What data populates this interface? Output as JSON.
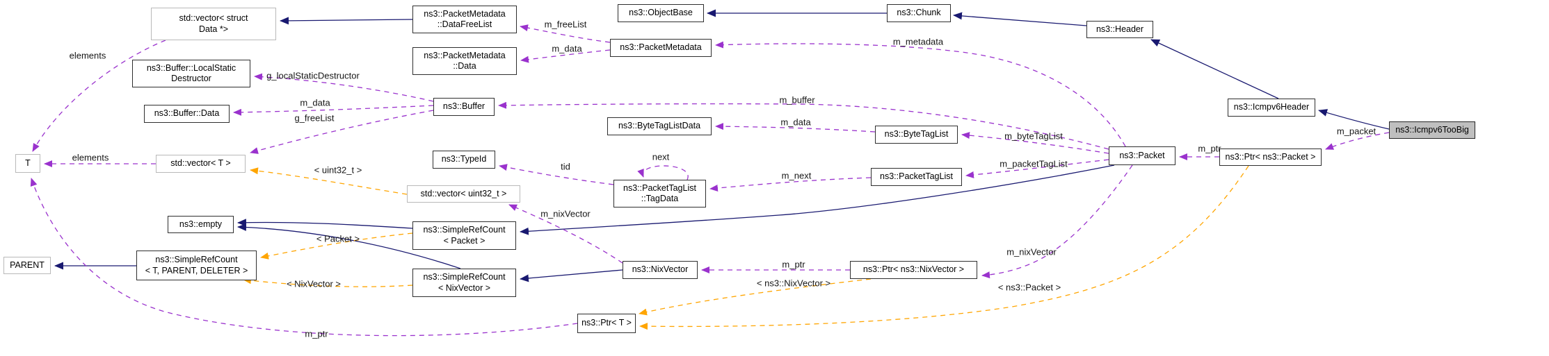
{
  "diagram": {
    "focus_node": "ns3::Icmpv6TooBig",
    "colors": {
      "inheritance_edge": "#191970",
      "usage_edge": "#9a32cd",
      "template_edge": "#ffa500",
      "node_border": "#2e2e2e",
      "external_node_border": "#b9b9b9",
      "focus_node_fill": "#bfbfbf",
      "background": "#ffffff"
    },
    "nodes": {
      "vector_struct_data": {
        "label": "std::vector< struct\nData *>",
        "kind": "external"
      },
      "packetmetadata_datafreelist": {
        "label": "ns3::PacketMetadata\n::DataFreeList",
        "kind": "class"
      },
      "objectbase": {
        "label": "ns3::ObjectBase",
        "kind": "class"
      },
      "chunk": {
        "label": "ns3::Chunk",
        "kind": "class"
      },
      "header": {
        "label": "ns3::Header",
        "kind": "class"
      },
      "icmpv6header": {
        "label": "ns3::Icmpv6Header",
        "kind": "class"
      },
      "icmpv6toobig": {
        "label": "ns3::Icmpv6TooBig",
        "kind": "focus"
      },
      "packetmetadata_data": {
        "label": "ns3::PacketMetadata\n::Data",
        "kind": "class"
      },
      "packetmetadata": {
        "label": "ns3::PacketMetadata",
        "kind": "class"
      },
      "buffer_localstaticdestructor": {
        "label": "ns3::Buffer::LocalStatic\nDestructor",
        "kind": "class"
      },
      "buffer_data": {
        "label": "ns3::Buffer::Data",
        "kind": "class"
      },
      "buffer": {
        "label": "ns3::Buffer",
        "kind": "class"
      },
      "bytetaglistdata": {
        "label": "ns3::ByteTagListData",
        "kind": "class"
      },
      "bytetaglist": {
        "label": "ns3::ByteTagList",
        "kind": "class"
      },
      "typeid": {
        "label": "ns3::TypeId",
        "kind": "class"
      },
      "vector_uint32": {
        "label": "std::vector< uint32_t >",
        "kind": "external"
      },
      "packettaglist_tagdata": {
        "label": "ns3::PacketTagList\n::TagData",
        "kind": "class"
      },
      "packettaglist": {
        "label": "ns3::PacketTagList",
        "kind": "class"
      },
      "packet": {
        "label": "ns3::Packet",
        "kind": "class"
      },
      "ptr_packet": {
        "label": "ns3::Ptr< ns3::Packet >",
        "kind": "class"
      },
      "t_param": {
        "label": "T",
        "kind": "external"
      },
      "vector_t": {
        "label": "std::vector< T >",
        "kind": "external"
      },
      "empty": {
        "label": "ns3::empty",
        "kind": "class"
      },
      "parent_param": {
        "label": "PARENT",
        "kind": "external"
      },
      "simplerefcount_tpd": {
        "label": "ns3::SimpleRefCount\n< T, PARENT, DELETER >",
        "kind": "class"
      },
      "simplerefcount_packet": {
        "label": "ns3::SimpleRefCount\n< Packet >",
        "kind": "class"
      },
      "simplerefcount_nixvector": {
        "label": "ns3::SimpleRefCount\n< NixVector >",
        "kind": "class"
      },
      "nixvector": {
        "label": "ns3::NixVector",
        "kind": "class"
      },
      "ptr_nixvector": {
        "label": "ns3::Ptr< ns3::NixVector >",
        "kind": "class"
      },
      "ptr_t": {
        "label": "ns3::Ptr< T >",
        "kind": "class"
      }
    },
    "edge_labels": {
      "m_freeList": "m_freeList",
      "m_data_packetmetadata": "m_data",
      "m_metadata": "m_metadata",
      "g_localStaticDestructor": "g_localStaticDestructor",
      "m_data_buffer": "m_data",
      "g_freeList": "g_freeList",
      "m_buffer": "m_buffer",
      "m_data_bytetaglist": "m_data",
      "m_byteTagList": "m_byteTagList",
      "tid": "tid",
      "next": "next",
      "m_next": "m_next",
      "m_packetTagList": "m_packetTagList",
      "m_ptr_packet": "m_ptr",
      "m_packet": "m_packet",
      "m_nixVector_packet": "m_nixVector",
      "m_nixVector_nixvector": "m_nixVector",
      "m_ptr_nixvector": "m_ptr",
      "elements_vector_t": "elements",
      "elements_vector_data": "elements",
      "m_ptr_t": "m_ptr",
      "tmpl_uint32": "< uint32_t >",
      "tmpl_packet": "< Packet >",
      "tmpl_nixvector": "< NixVector >",
      "tmpl_ns3_nixvector": "< ns3::NixVector >",
      "tmpl_ns3_packet": "< ns3::Packet >"
    },
    "edges": [
      {
        "from": "ns3::PacketMetadata::DataFreeList",
        "to": "std::vector< struct Data *>",
        "type": "inheritance"
      },
      {
        "from": "ns3::Chunk",
        "to": "ns3::ObjectBase",
        "type": "inheritance"
      },
      {
        "from": "ns3::Header",
        "to": "ns3::Chunk",
        "type": "inheritance"
      },
      {
        "from": "ns3::Icmpv6Header",
        "to": "ns3::Header",
        "type": "inheritance"
      },
      {
        "from": "ns3::Icmpv6TooBig",
        "to": "ns3::Icmpv6Header",
        "type": "inheritance"
      },
      {
        "from": "ns3::Packet",
        "to": "ns3::SimpleRefCount< Packet >",
        "type": "inheritance"
      },
      {
        "from": "ns3::NixVector",
        "to": "ns3::SimpleRefCount< NixVector >",
        "type": "inheritance"
      },
      {
        "from": "ns3::SimpleRefCount< Packet >",
        "to": "ns3::empty",
        "type": "inheritance"
      },
      {
        "from": "ns3::SimpleRefCount< NixVector >",
        "to": "ns3::empty",
        "type": "inheritance"
      },
      {
        "from": "ns3::SimpleRefCount< T, PARENT, DELETER >",
        "to": "PARENT",
        "type": "inheritance"
      },
      {
        "from": "ns3::PacketMetadata",
        "to": "ns3::PacketMetadata::DataFreeList",
        "type": "usage",
        "label": "m_freeList"
      },
      {
        "from": "ns3::PacketMetadata",
        "to": "ns3::PacketMetadata::Data",
        "type": "usage",
        "label": "m_data"
      },
      {
        "from": "ns3::Packet",
        "to": "ns3::PacketMetadata",
        "type": "usage",
        "label": "m_metadata"
      },
      {
        "from": "ns3::Buffer",
        "to": "ns3::Buffer::LocalStaticDestructor",
        "type": "usage",
        "label": "g_localStaticDestructor"
      },
      {
        "from": "ns3::Buffer",
        "to": "ns3::Buffer::Data",
        "type": "usage",
        "label": "m_data"
      },
      {
        "from": "ns3::Buffer",
        "to": "std::vector< T >",
        "type": "usage",
        "label": "g_freeList"
      },
      {
        "from": "ns3::Packet",
        "to": "ns3::Buffer",
        "type": "usage",
        "label": "m_buffer"
      },
      {
        "from": "ns3::ByteTagList",
        "to": "ns3::ByteTagListData",
        "type": "usage",
        "label": "m_data"
      },
      {
        "from": "ns3::Packet",
        "to": "ns3::ByteTagList",
        "type": "usage",
        "label": "m_byteTagList"
      },
      {
        "from": "ns3::Packet",
        "to": "ns3::PacketTagList",
        "type": "usage",
        "label": "m_packetTagList"
      },
      {
        "from": "ns3::PacketTagList",
        "to": "ns3::PacketTagList::TagData",
        "type": "usage",
        "label": "m_next"
      },
      {
        "from": "ns3::PacketTagList::TagData",
        "to": "ns3::TypeId",
        "type": "usage",
        "label": "tid"
      },
      {
        "from": "ns3::PacketTagList::TagData",
        "to": "ns3::PacketTagList::TagData",
        "type": "usage",
        "label": "next"
      },
      {
        "from": "ns3::Ptr< ns3::Packet >",
        "to": "ns3::Packet",
        "type": "usage",
        "label": "m_ptr"
      },
      {
        "from": "ns3::Icmpv6TooBig",
        "to": "ns3::Ptr< ns3::Packet >",
        "type": "usage",
        "label": "m_packet"
      },
      {
        "from": "ns3::Packet",
        "to": "ns3::Ptr< ns3::NixVector >",
        "type": "usage",
        "label": "m_nixVector"
      },
      {
        "from": "ns3::Ptr< ns3::NixVector >",
        "to": "ns3::NixVector",
        "type": "usage",
        "label": "m_ptr"
      },
      {
        "from": "ns3::NixVector",
        "to": "std::vector< uint32_t >",
        "type": "usage",
        "label": "m_nixVector"
      },
      {
        "from": "std::vector< T >",
        "to": "T",
        "type": "usage",
        "label": "elements"
      },
      {
        "from": "std::vector< struct Data *>",
        "to": "T",
        "type": "usage",
        "label": "elements"
      },
      {
        "from": "ns3::Ptr< T >",
        "to": "T",
        "type": "usage",
        "label": "m_ptr"
      },
      {
        "from": "std::vector< uint32_t >",
        "to": "std::vector< T >",
        "type": "template",
        "label": "< uint32_t >"
      },
      {
        "from": "ns3::SimpleRefCount< Packet >",
        "to": "ns3::SimpleRefCount< T, PARENT, DELETER >",
        "type": "template",
        "label": "< Packet >"
      },
      {
        "from": "ns3::SimpleRefCount< NixVector >",
        "to": "ns3::SimpleRefCount< T, PARENT, DELETER >",
        "type": "template",
        "label": "< NixVector >"
      },
      {
        "from": "ns3::Ptr< ns3::NixVector >",
        "to": "ns3::Ptr< T >",
        "type": "template",
        "label": "< ns3::NixVector >"
      },
      {
        "from": "ns3::Ptr< ns3::Packet >",
        "to": "ns3::Ptr< T >",
        "type": "template",
        "label": "< ns3::Packet >"
      }
    ]
  }
}
